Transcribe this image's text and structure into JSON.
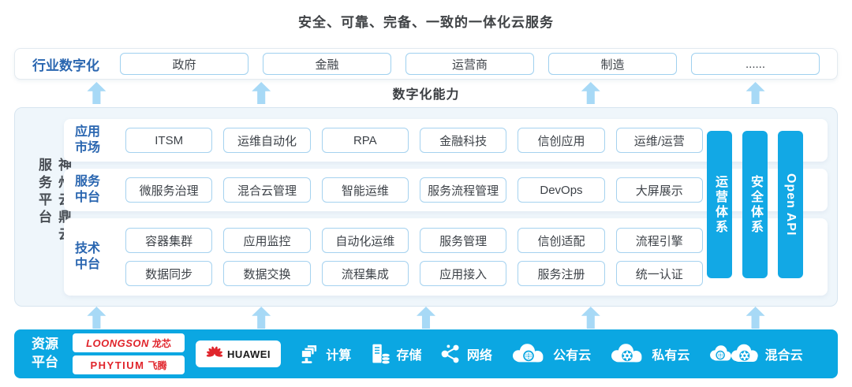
{
  "title": "安全、可靠、完备、一致的一体化云服务",
  "industry_row": {
    "label": "行业数字化",
    "items": [
      "政府",
      "金融",
      "运营商",
      "制造",
      "......"
    ]
  },
  "digital_capability_label": "数字化能力",
  "platform": {
    "side_label": "神州云鼎云服务平台",
    "rows": [
      {
        "label": "应用\n市场",
        "chips": [
          "ITSM",
          "运维自动化",
          "RPA",
          "金融科技",
          "信创应用",
          "运维/运营"
        ]
      },
      {
        "label": "服务\n中台",
        "chips": [
          "微服务治理",
          "混合云管理",
          "智能运维",
          "服务流程管理",
          "DevOps",
          "大屏展示"
        ]
      },
      {
        "label": "技术\n中台",
        "chips_rows": [
          [
            "容器集群",
            "应用监控",
            "自动化运维",
            "服务管理",
            "信创适配",
            "流程引擎"
          ],
          [
            "数据同步",
            "数据交换",
            "流程集成",
            "应用接入",
            "服务注册",
            "统一认证"
          ]
        ]
      }
    ],
    "vertical_bars": [
      "运营体系",
      "安全体系",
      "Open API"
    ]
  },
  "resource_platform": {
    "label": "资源\n平台",
    "vendors": [
      {
        "en": "LOONGSON",
        "cn": "龙芯"
      },
      {
        "en": "PHYTIUM",
        "cn": "飞腾"
      },
      {
        "en": "HUAWEI"
      }
    ],
    "resources": [
      {
        "icon": "compute-icon",
        "label": "计算"
      },
      {
        "icon": "storage-icon",
        "label": "存储"
      },
      {
        "icon": "network-icon",
        "label": "网络"
      },
      {
        "icon": "public-cloud-icon",
        "label": "公有云"
      },
      {
        "icon": "private-cloud-icon",
        "label": "私有云"
      },
      {
        "icon": "hybrid-cloud-icon",
        "label": "混合云"
      }
    ]
  },
  "colors": {
    "primary_blue": "#2a66b0",
    "cyan": "#0ba7e2",
    "arrow_blue": "#a7d9f6",
    "chip_border": "#a5d2ef",
    "vendor_red": "#e0242b"
  }
}
